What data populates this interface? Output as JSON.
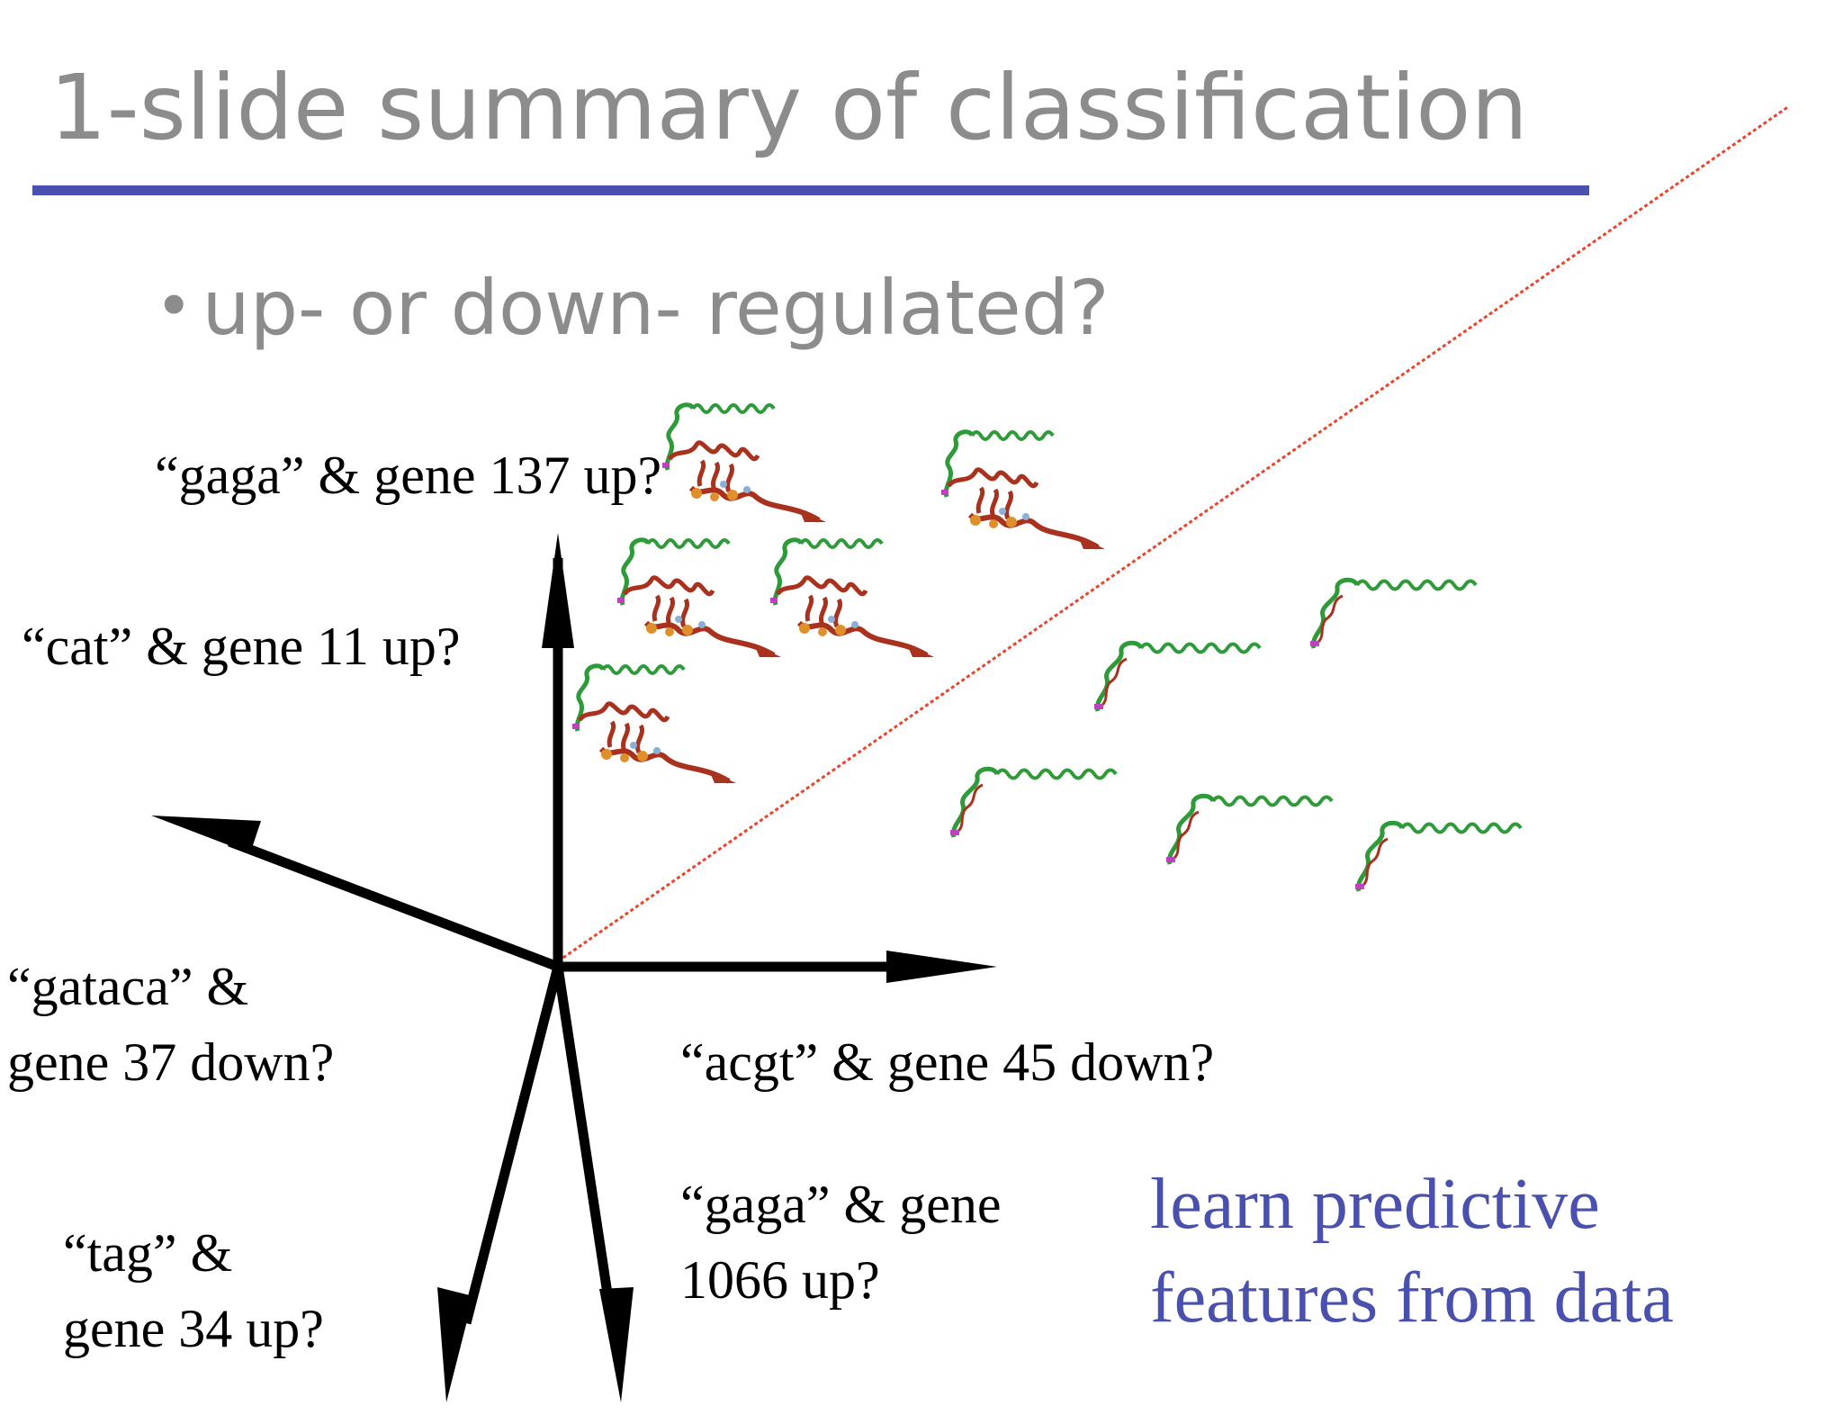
{
  "slide": {
    "title": "1-slide summary of classification",
    "bullet": "up- or down- regulated?",
    "feature_labels": [
      {
        "id": "gaga-137",
        "lines": [
          "“gaga” & gene 137 up?"
        ]
      },
      {
        "id": "cat-11",
        "lines": [
          "“cat” & gene 11 up?"
        ]
      },
      {
        "id": "gataca-37",
        "lines": [
          "“gataca” &",
          "gene 37 down?"
        ]
      },
      {
        "id": "acgt-45",
        "lines": [
          "“acgt” & gene 45 down?"
        ]
      },
      {
        "id": "gaga-1066",
        "lines": [
          "“gaga” & gene",
          "1066 up?"
        ]
      },
      {
        "id": "tag-34",
        "lines": [
          "“tag” &",
          "gene 34 up?"
        ]
      }
    ],
    "callout": [
      "learn predictive",
      "features from data"
    ]
  },
  "colors": {
    "title_gray": "#8c8c8c",
    "accent_blue": "#4a50ad",
    "separator_red": "#e8452c",
    "helix_green": "#2f9a3a",
    "coil_red": "#a8321e",
    "ligand_orange": "#e0902a"
  },
  "icons": {
    "up_protein": "folded-protein-icon",
    "down_protein": "extended-helix-protein-icon"
  }
}
